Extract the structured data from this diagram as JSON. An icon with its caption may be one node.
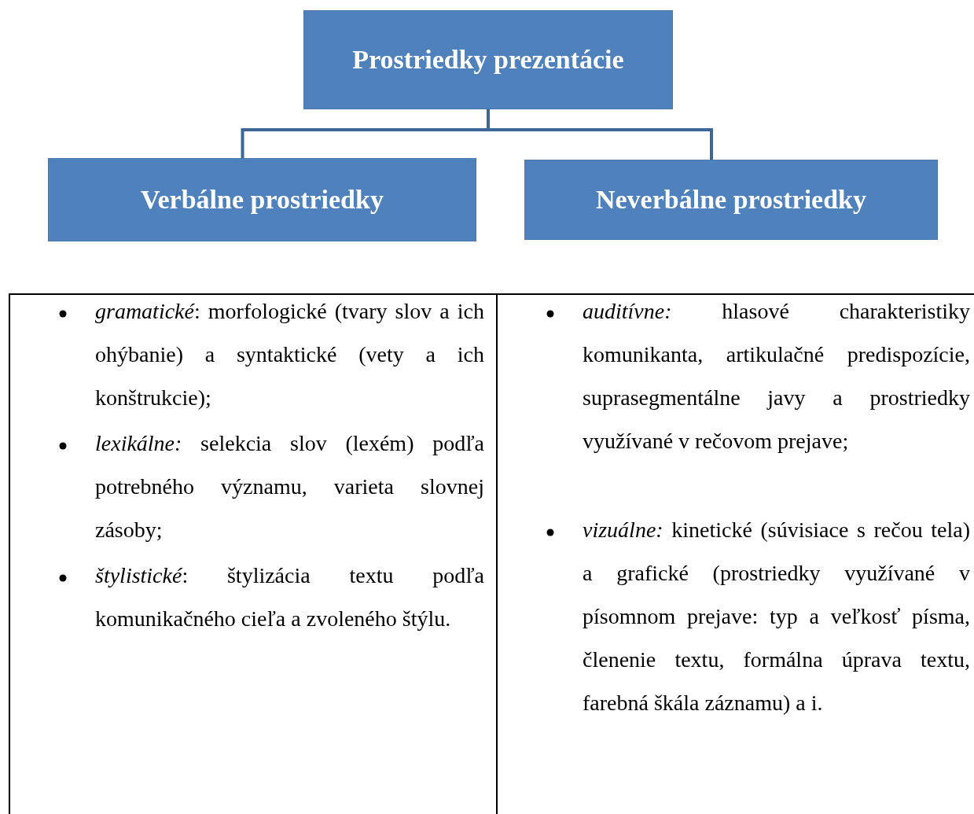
{
  "diagram": {
    "nodes": [
      {
        "text": [
          "Prostriedky prezentácie"
        ]
      },
      {
        "text": [
          "Verbálne prostriedky"
        ]
      },
      {
        "text": [
          "Neverbálne prostriedky"
        ]
      }
    ],
    "edges": [
      {
        "from": 0,
        "to": 1,
        "arrow": "none"
      },
      {
        "from": 0,
        "to": 2,
        "arrow": "none"
      }
    ],
    "labels": [
      "*gramatické*: morfologické (tvary slov a ich ohýbanie) a syntaktické (vety a ich konštrukcie);",
      "*lexikálne:* selekcia slov (lexém) podľa potrebného významu, varieta slovnej zásoby;",
      "*štylistické*: štylizácia textu podľa komunikačného cieľa a zvoleného štýlu.",
      "*auditívne:* hlasové charakteristiky komunikanta, artikulačné predispozície, suprasegmentálne javy a prostriedky využívané v rečovom prejave;",
      "*vizuálne:* kinetické (súvisiace s rečou tela) a grafické (prostriedky využívané v písomnom prejave: typ a veľkosť písma, členenie textu, formálna úprava textu, farebná škála záznamu) a i."
    ]
  }
}
